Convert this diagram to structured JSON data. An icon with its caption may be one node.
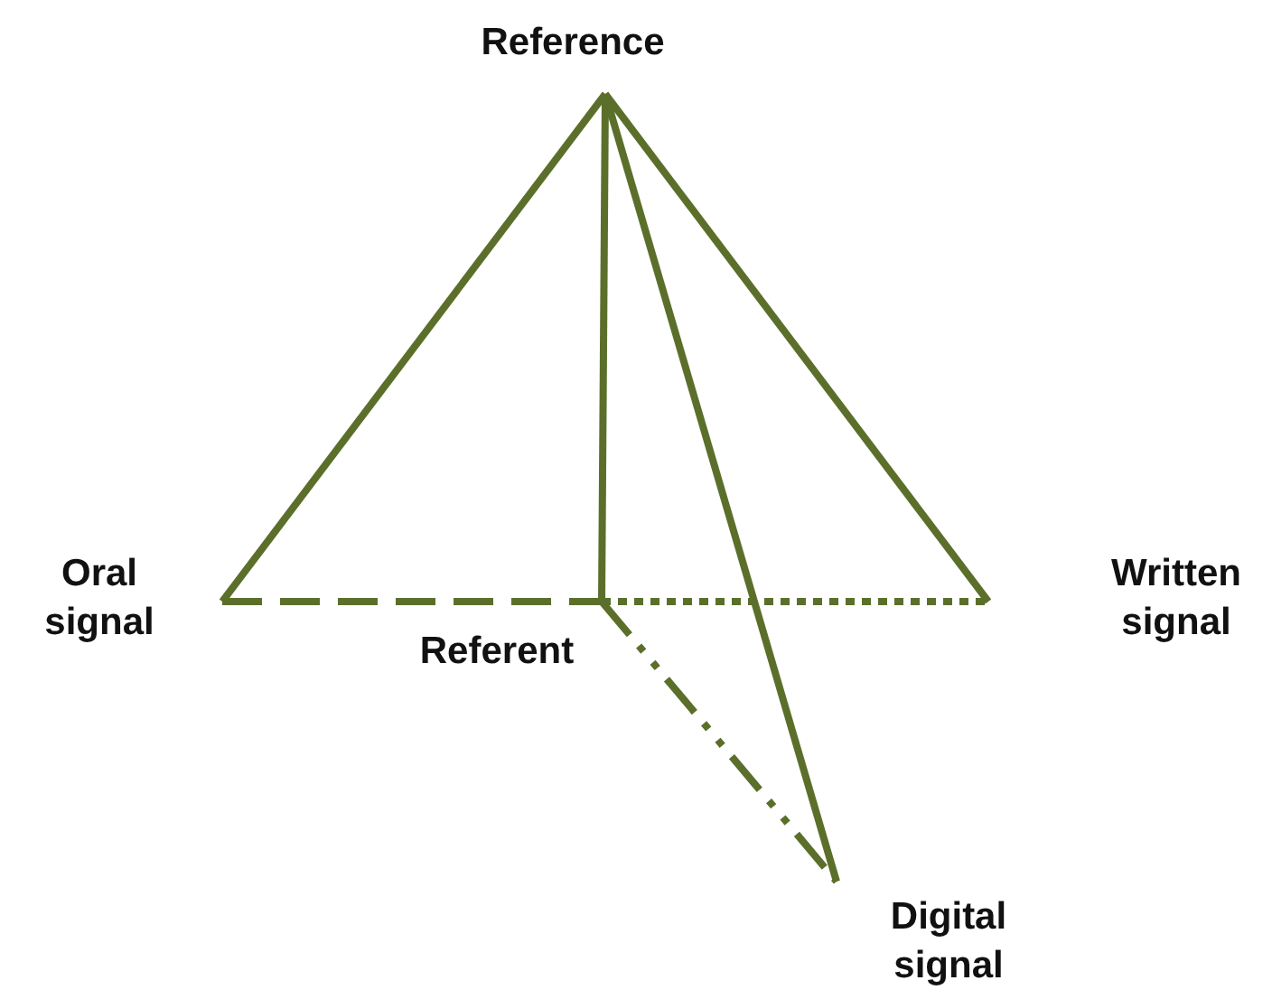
{
  "diagram": {
    "nodes": [
      {
        "text": [
          "Reference"
        ]
      },
      {
        "text": [
          "Oral signal"
        ]
      },
      {
        "text": [
          "Referent"
        ]
      },
      {
        "text": [
          "Written signal"
        ]
      },
      {
        "text": [
          "Digital signal"
        ]
      }
    ],
    "edges": [
      {
        "from": 0,
        "to": 1,
        "arrow": "none"
      },
      {
        "from": 0,
        "to": 2,
        "arrow": "none"
      },
      {
        "from": 0,
        "to": 3,
        "arrow": "none"
      },
      {
        "from": 0,
        "to": 4,
        "arrow": "none"
      },
      {
        "from": 1,
        "to": 2,
        "arrow": "none",
        "style": "dashed"
      },
      {
        "from": 2,
        "to": 3,
        "arrow": "none",
        "style": "dashed"
      },
      {
        "from": 2,
        "to": 4,
        "arrow": "none",
        "style": "dashed"
      }
    ]
  }
}
